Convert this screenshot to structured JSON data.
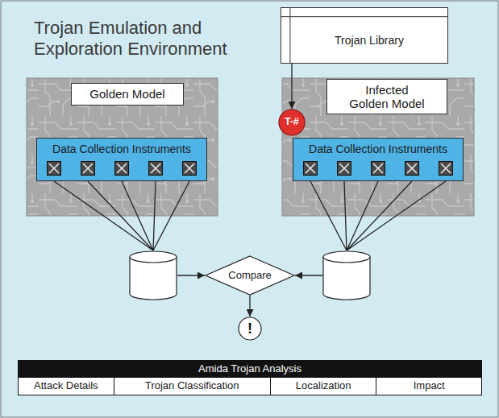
{
  "diagram": {
    "title": "Trojan Emulation and Exploration Environment",
    "nodes": [
      {
        "text": [
          "Trojan Library"
        ]
      },
      {
        "text": [
          "Golden Model"
        ]
      },
      {
        "text": [
          "Data Collection Instruments"
        ]
      },
      {
        "text": [
          "Infected Golden Model"
        ]
      },
      {
        "text": [
          "T-#"
        ]
      },
      {
        "text": [
          "Data Collection Instruments"
        ]
      },
      {
        "text": []
      },
      {
        "text": []
      },
      {
        "text": [
          "Compare"
        ]
      },
      {
        "text": [
          "!"
        ]
      },
      {
        "text": [
          "Amida Trojan Analysis"
        ]
      },
      {
        "text": [
          "Attack Details"
        ],
        "in": 10
      },
      {
        "text": [
          "Trojan Classification"
        ],
        "in": 10
      },
      {
        "text": [
          "Localization"
        ],
        "in": 10
      },
      {
        "text": [
          "Impact"
        ],
        "in": 10
      }
    ],
    "edges": [
      {
        "from": 0,
        "to": 4,
        "arrow": "to"
      },
      {
        "from": 2,
        "to": 6,
        "arrow": "none"
      },
      {
        "from": 5,
        "to": 7,
        "arrow": "none"
      },
      {
        "from": 6,
        "to": 8,
        "arrow": "to"
      },
      {
        "from": 7,
        "to": 8,
        "arrow": "to"
      },
      {
        "from": 8,
        "to": 9,
        "arrow": "to"
      }
    ]
  }
}
